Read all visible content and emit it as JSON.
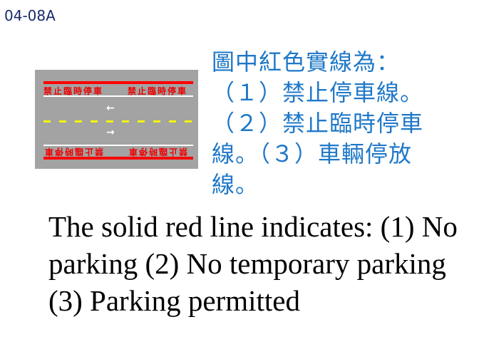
{
  "code": "04-08A",
  "road": {
    "marking_text": "禁止臨時停車",
    "arrow_left": "←",
    "arrow_right": "→",
    "colors": {
      "red": "#ff0000",
      "yellow": "#f5f500",
      "road": "#a3a3a3"
    }
  },
  "question_zh": "圖中紅色實線為：（１）禁止停車線。（２）禁止臨時停車線。（３）車輛停放線。",
  "question_en": "The solid red line indicates: (1) No parking (2) No temporary parking (3) Parking permitted"
}
